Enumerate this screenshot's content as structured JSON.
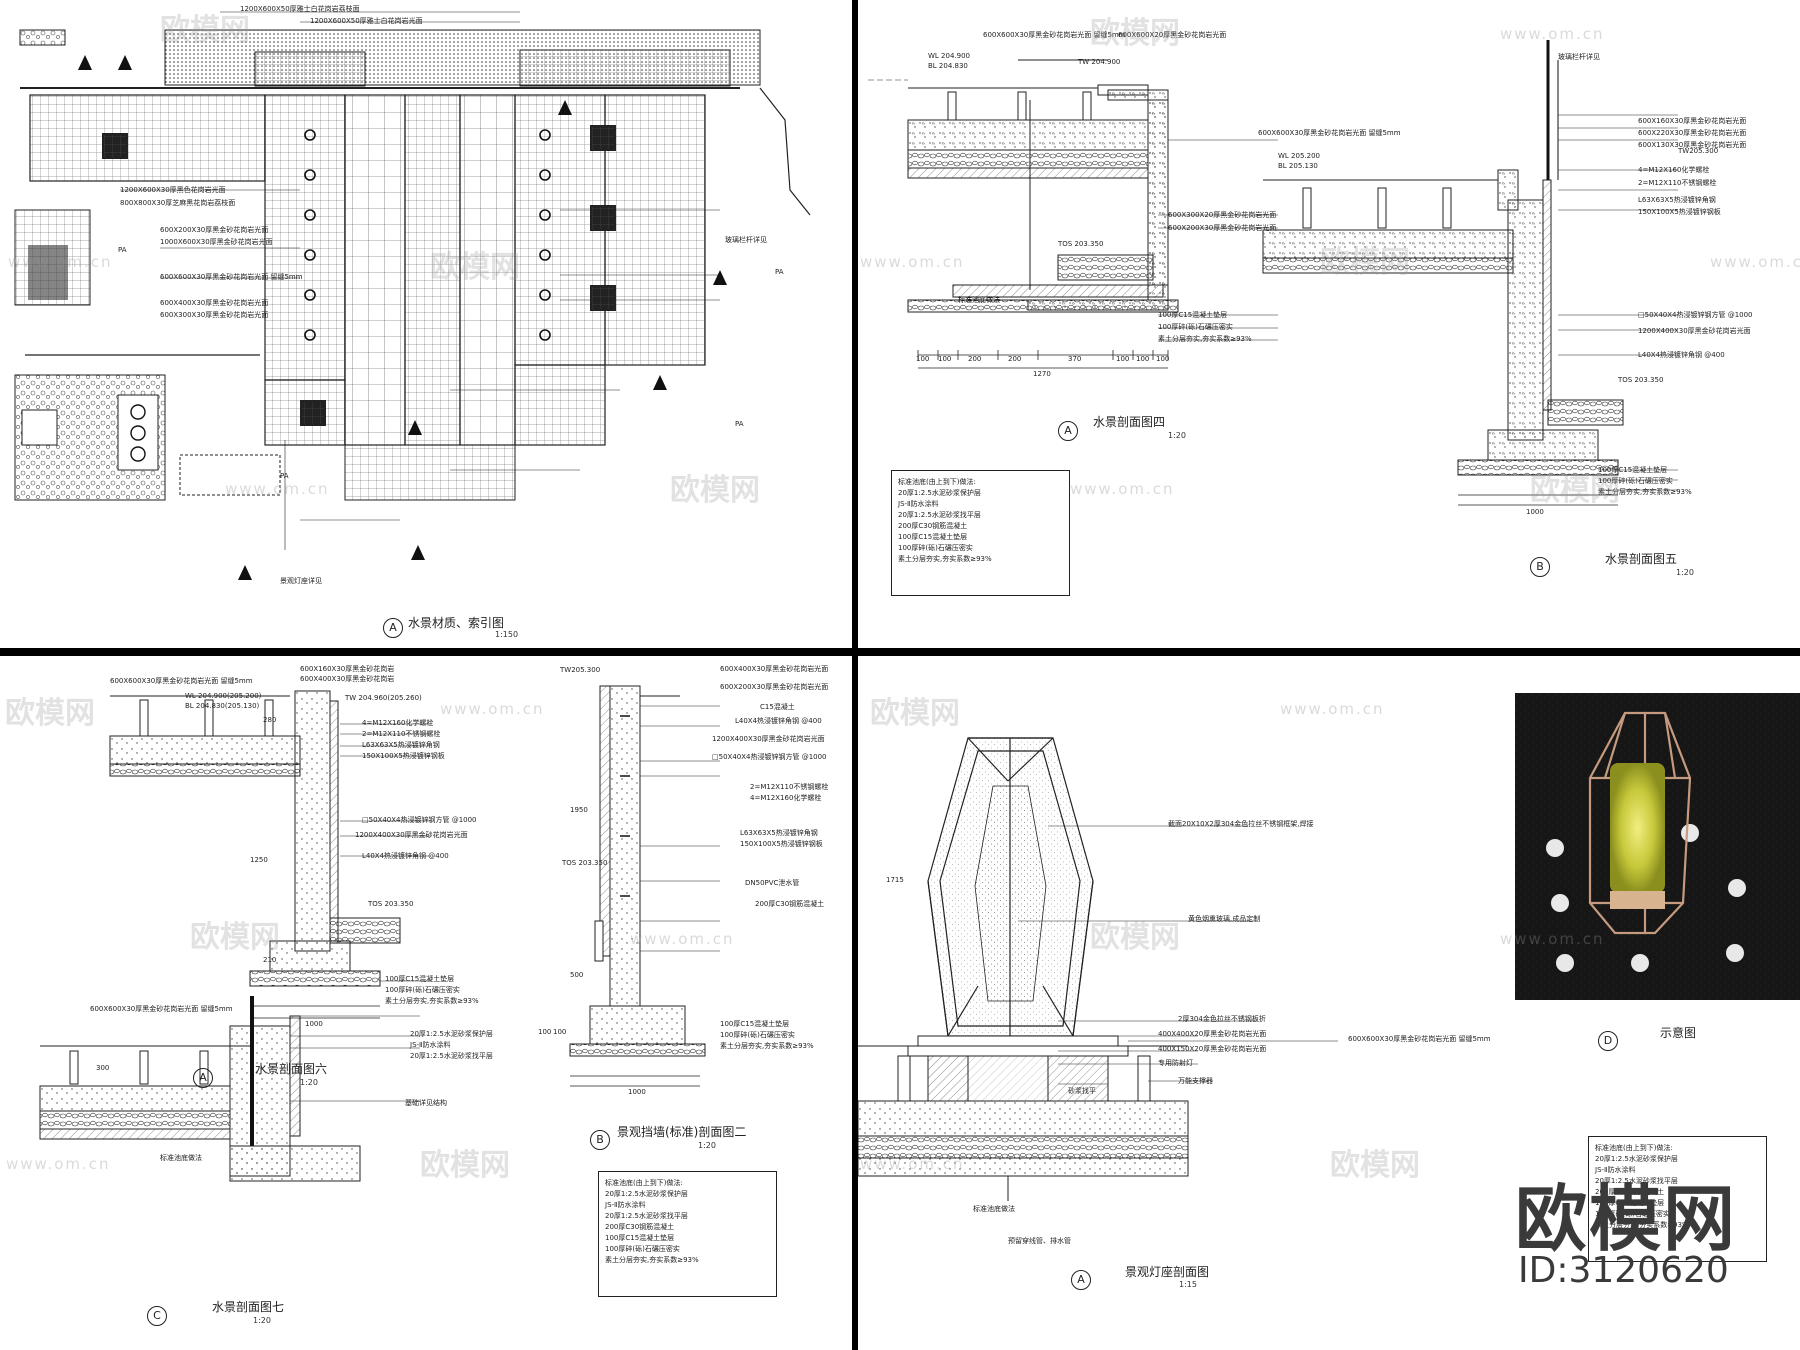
{
  "watermark": {
    "brand_cn": "欧模网",
    "url": "www.om.cn"
  },
  "brand_mark": {
    "name": "欧模网",
    "id_text": "ID:3120620"
  },
  "panel_tl": {
    "caption": {
      "letter": "A",
      "title": "水景材质、索引图",
      "scale": "1:150"
    },
    "labels": [
      "1200X600X50厚雅士白花岗岩荔枝面",
      "1200X600X50厚雅士白花岗岩光面",
      "1200X600X30厚黑色花岗岩光面",
      "800X800X30厚芝麻黑花岗岩荔枝面",
      "600X200X30厚黑金砂花岗岩光面",
      "1000X600X30厚黑金砂花岗岩光面",
      "600X600X30厚黑金砂花岗岩光面 留缝5mm",
      "600X400X30厚黑金砂花岗岩光面",
      "600X300X30厚黑金砂花岗岩光面",
      "玻璃栏杆详见",
      "景观灯座详见",
      "PA"
    ]
  },
  "panel_tr": {
    "section_left": {
      "letter": "A",
      "title": "水景剖面图四",
      "scale": "1:20"
    },
    "section_right": {
      "letter": "B",
      "title": "水景剖面图五",
      "scale": "1:20"
    },
    "labels_left": [
      "600X600X30厚黑金砂花岗岩光面 留缝5mm",
      "600X600X20厚黑金砂花岗岩光面",
      "WL 204.900",
      "BL 204.830",
      "TW 204.900",
      "600X300X20厚黑金砂花岗岩光面",
      "600X200X30厚黑金砂花岗岩光面",
      "TOS 203.350",
      "100厚C15混凝土垫层",
      "100厚碎(砾)石碾压密实",
      "素土分层夯实,夯实系数≥93%",
      "标准池底做法"
    ],
    "labels_right": [
      "玻璃栏杆详见",
      "600X600X30厚黑金砂花岗岩光面 留缝5mm",
      "WL 205.200",
      "BL 205.130",
      "TW205.300",
      "600X160X30厚黑金砂花岗岩光面",
      "600X220X30厚黑金砂花岗岩光面",
      "600X130X30厚黑金砂花岗岩光面",
      "4=M12X160化学螺栓",
      "2=M12X110不锈钢螺栓",
      "L63X63X5热浸镀锌角钢",
      "150X100X5热浸镀锌钢板",
      "□50X40X4热浸镀锌钢方管 @1000",
      "1200X400X30厚黑金砂花岗岩光面",
      "L40X4热浸镀锌角钢 @400",
      "TOS 203.350",
      "100厚C15混凝土垫层",
      "100厚碎(砾)石碾压密实",
      "素土分层夯实,夯实系数≥93%"
    ],
    "dims_left": [
      "100",
      "100",
      "200",
      "200",
      "370",
      "100",
      "100",
      "100",
      "1270"
    ],
    "dims_right": [
      "1000"
    ],
    "note": {
      "title": "标准池底(由上到下)做法:",
      "lines": [
        "20厚1:2.5水泥砂浆保护层",
        "JS-Ⅱ防水涂料",
        "20厚1:2.5水泥砂浆找平层",
        "200厚C30钢筋混凝土",
        "100厚C15混凝土垫层",
        "100厚碎(砾)石碾压密实",
        "素土分层夯实,夯实系数≥93%"
      ]
    }
  },
  "panel_bl": {
    "section_a": {
      "letter": "A",
      "title": "水景剖面图六",
      "scale": "1:20"
    },
    "section_b": {
      "letter": "B",
      "title": "景观挡墙(标准)剖面图二",
      "scale": "1:20"
    },
    "section_c": {
      "letter": "C",
      "title": "水景剖面图七",
      "scale": "1:20"
    },
    "labels_a": [
      "600X600X30厚黑金砂花岗岩光面 留缝5mm",
      "600X160X30厚黑金砂花岗岩",
      "600X400X30厚黑金砂花岗岩",
      "WL 204.900(205.200)",
      "BL 204.830(205.130)",
      "TW 204.960(205.260)",
      "4=M12X160化学螺栓",
      "2=M12X110不锈钢螺栓",
      "L63X63X5热浸镀锌角钢",
      "150X100X5热浸镀锌钢板",
      "□50X40X4热浸镀锌钢方管 @1000",
      "1200X400X30厚黑金砂花岗岩光面",
      "L40X4热浸镀锌角钢 @400",
      "TOS 203.350",
      "100厚C15混凝土垫层",
      "100厚碎(砾)石碾压密实",
      "素土分层夯实,夯实系数≥93%"
    ],
    "labels_b": [
      "TW205.300",
      "600X400X30厚黑金砂花岗岩光面",
      "600X200X30厚黑金砂花岗岩光面",
      "C15混凝土",
      "L40X4热浸镀锌角钢 @400",
      "1200X400X30厚黑金砂花岗岩光面",
      "□50X40X4热浸镀锌钢方管 @1000",
      "2=M12X110不锈钢螺栓",
      "4=M12X160化学螺栓",
      "L63X63X5热浸镀锌角钢",
      "150X100X5热浸镀锌钢板",
      "TOS 203.350",
      "DN50PVC泄水管",
      "200厚C30钢筋混凝土",
      "100厚C15混凝土垫层",
      "100厚碎(砾)石碾压密实",
      "素土分层夯实,夯实系数≥93%"
    ],
    "labels_c": [
      "600X600X30厚黑金砂花岗岩光面 留缝5mm",
      "20厚1:2.5水泥砂浆保护层",
      "JS-Ⅱ防水涂料",
      "20厚1:2.5水泥砂浆找平层",
      "标准池底做法",
      "基础详见结构"
    ],
    "dims_a": [
      "1000"
    ],
    "dims_b": [
      "1000"
    ],
    "vert_dims_a": [
      "280",
      "1250",
      "210"
    ],
    "vert_dims_b": [
      "1950",
      "500",
      "100",
      "100"
    ],
    "vert_dims_c": [
      "300"
    ],
    "note": {
      "title": "标准池底(由上到下)做法:",
      "lines": [
        "20厚1:2.5水泥砂浆保护层",
        "JS-Ⅱ防水涂料",
        "20厚1:2.5水泥砂浆找平层",
        "200厚C30钢筋混凝土",
        "100厚C15混凝土垫层",
        "100厚碎(砾)石碾压密实",
        "素土分层夯实,夯实系数≥93%"
      ]
    }
  },
  "panel_br": {
    "section_a": {
      "letter": "A",
      "title": "景观灯座剖面图",
      "scale": "1:15"
    },
    "section_d": {
      "letter": "D",
      "title": "示意图",
      "scale": ""
    },
    "labels": [
      "截面20X10X2厚304金色拉丝不锈钢框架,焊接",
      "黄色烟熏玻璃,成品定制",
      "2厚304金色拉丝不锈钢板折",
      "400X400X20厚黑金砂花岗岩光面",
      "400X150X20厚黑金砂花岗岩光面",
      "专用防射灯",
      "600X600X30厚黑金砂花岗岩光面 留缝5mm",
      "万能支撑器",
      "砂浆找平",
      "标准池底做法",
      "预留穿线管、排水管"
    ],
    "vert_dims": [
      "1715"
    ],
    "note": {
      "title": "标准池底(由上到下)做法:",
      "lines": [
        "20厚1:2.5水泥砂浆保护层",
        "JS-Ⅱ防水涂料",
        "20厚1:2.5水泥砂浆找平层",
        "200厚C30钢筋混凝土",
        "100厚C15混凝土垫层",
        "100厚碎(砾)石碾压密实",
        "素土分层夯实,夯实系数≥93%"
      ]
    }
  }
}
